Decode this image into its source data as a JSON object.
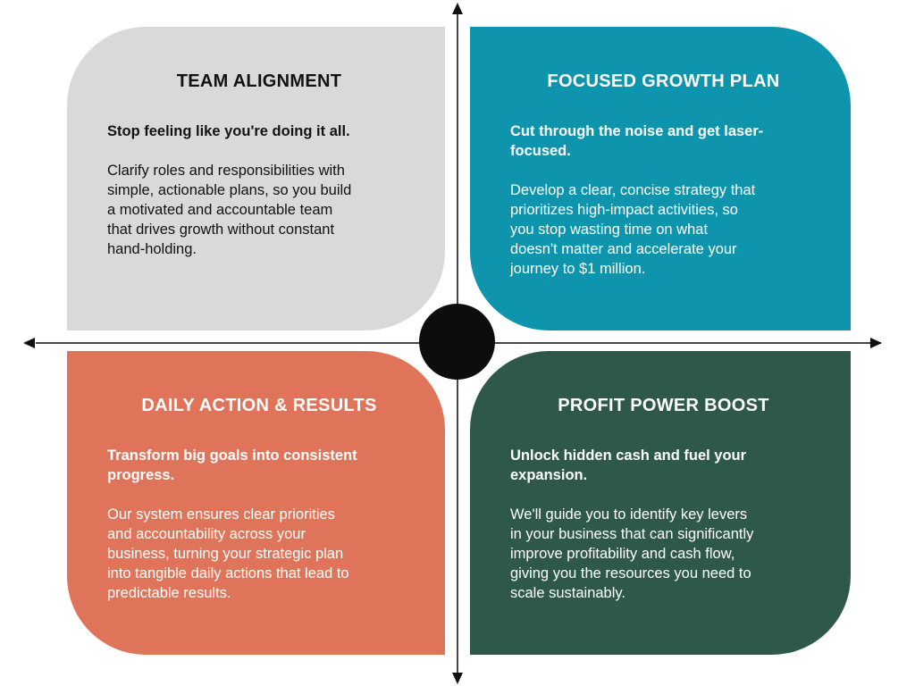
{
  "figure": {
    "background": "#ffffff",
    "axes": {
      "line_color": "#474747",
      "arrow_color": "#101010"
    },
    "center_dot": {
      "color": "#0d0d0d"
    }
  },
  "quadrants": [
    {
      "id": "team-alignment",
      "position": "top-left",
      "bg": "#d9d9d9",
      "text_color": "#121212",
      "title": "TEAM ALIGNMENT",
      "subtitle": "Stop feeling like you're doing it all.",
      "body": "Clarify roles and responsibilities with\nsimple, actionable plans, so you build\na motivated and accountable team\nthat drives growth without constant\nhand-holding."
    },
    {
      "id": "focused-growth-plan",
      "position": "top-right",
      "bg": "#0e94ac",
      "text_color": "#ffffff",
      "title": "FOCUSED GROWTH PLAN",
      "subtitle": "Cut through the noise and get laser-\nfocused.",
      "body": "Develop a clear, concise strategy that\nprioritizes high-impact activities, so\nyou stop wasting time on what\ndoesn't matter and accelerate your\njourney to $1 million."
    },
    {
      "id": "daily-action-results",
      "position": "bottom-left",
      "bg": "#e0745a",
      "text_color": "#ffffff",
      "title": "DAILY ACTION & RESULTS",
      "subtitle": "Transform big goals into consistent\nprogress.",
      "body": "Our system ensures clear priorities\nand accountability across your\nbusiness, turning your strategic plan\ninto tangible daily actions that lead to\npredictable results."
    },
    {
      "id": "profit-power-boost",
      "position": "bottom-right",
      "bg": "#2e594a",
      "text_color": "#ffffff",
      "title": "PROFIT POWER BOOST",
      "subtitle": "Unlock hidden cash and fuel your\nexpansion.",
      "body": "We'll guide you to identify key levers\nin your business that can significantly\nimprove profitability and cash flow,\ngiving you the resources you need to\nscale sustainably."
    }
  ]
}
